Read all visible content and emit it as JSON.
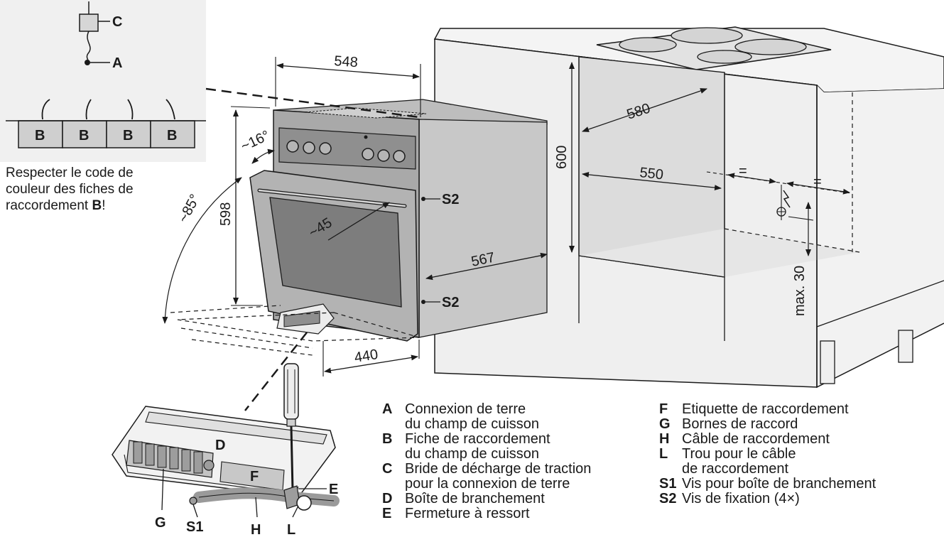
{
  "note": {
    "text": "Respecter le code de couleur des fiches de raccordement ",
    "bold": "B",
    "end": "!"
  },
  "inset": {
    "label_c": "C",
    "label_a": "A",
    "plugs": [
      "B",
      "B",
      "B",
      "B"
    ]
  },
  "dimensions": {
    "oven_width": "548",
    "oven_height": "598",
    "oven_depth": "567",
    "door_open": "440",
    "angle_small": "~16°",
    "angle_big": "~85°",
    "door_reach": "~45",
    "niche_depth_top": "580",
    "niche_depth_bottom": "550",
    "niche_height": "600",
    "equal_left": "=",
    "equal_right": "=",
    "max_offset": "max. 30"
  },
  "callouts": {
    "s2_top": "S2",
    "s2_bottom": "S2",
    "d": "D",
    "f": "F",
    "e": "E",
    "g": "G",
    "s1": "S1",
    "h": "H",
    "l": "L"
  },
  "legend_left": [
    {
      "key": "A",
      "text": "Connexion de terre\ndu champ de cuisson"
    },
    {
      "key": "B",
      "text": "Fiche de raccordement\ndu champ de cuisson"
    },
    {
      "key": "C",
      "text": "Bride de décharge de traction\npour la connexion de terre"
    },
    {
      "key": "D",
      "text": "Boîte de branchement"
    },
    {
      "key": "E",
      "text": "Fermeture à ressort"
    }
  ],
  "legend_right": [
    {
      "key": "F",
      "text": "Etiquette de raccordement"
    },
    {
      "key": "G",
      "text": "Bornes de raccord"
    },
    {
      "key": "H",
      "text": "Câble de raccordement"
    },
    {
      "key": "L",
      "text": "Trou pour le câble\nde raccordement"
    },
    {
      "key": "S1",
      "text": "Vis pour boîte de branchement"
    },
    {
      "key": "S2",
      "text": "Vis de fixation (4×)"
    }
  ]
}
